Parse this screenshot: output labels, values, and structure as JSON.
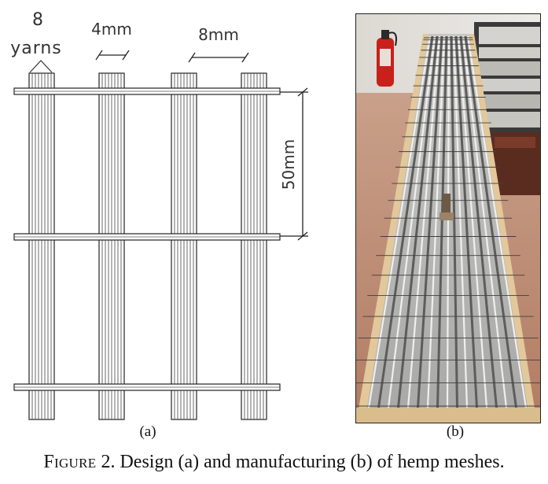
{
  "panel_a": {
    "yarn_count": "8",
    "yarn_word": "yarns",
    "dim_narrow": "4mm",
    "dim_wide": "8mm",
    "dim_vertical": "50mm",
    "sublabel": "(a)"
  },
  "panel_b": {
    "sublabel": "(b)"
  },
  "caption": {
    "figure_word": "Figure",
    "figure_number": "2.",
    "text": "Design (a) and manufacturing (b) of hemp meshes."
  }
}
